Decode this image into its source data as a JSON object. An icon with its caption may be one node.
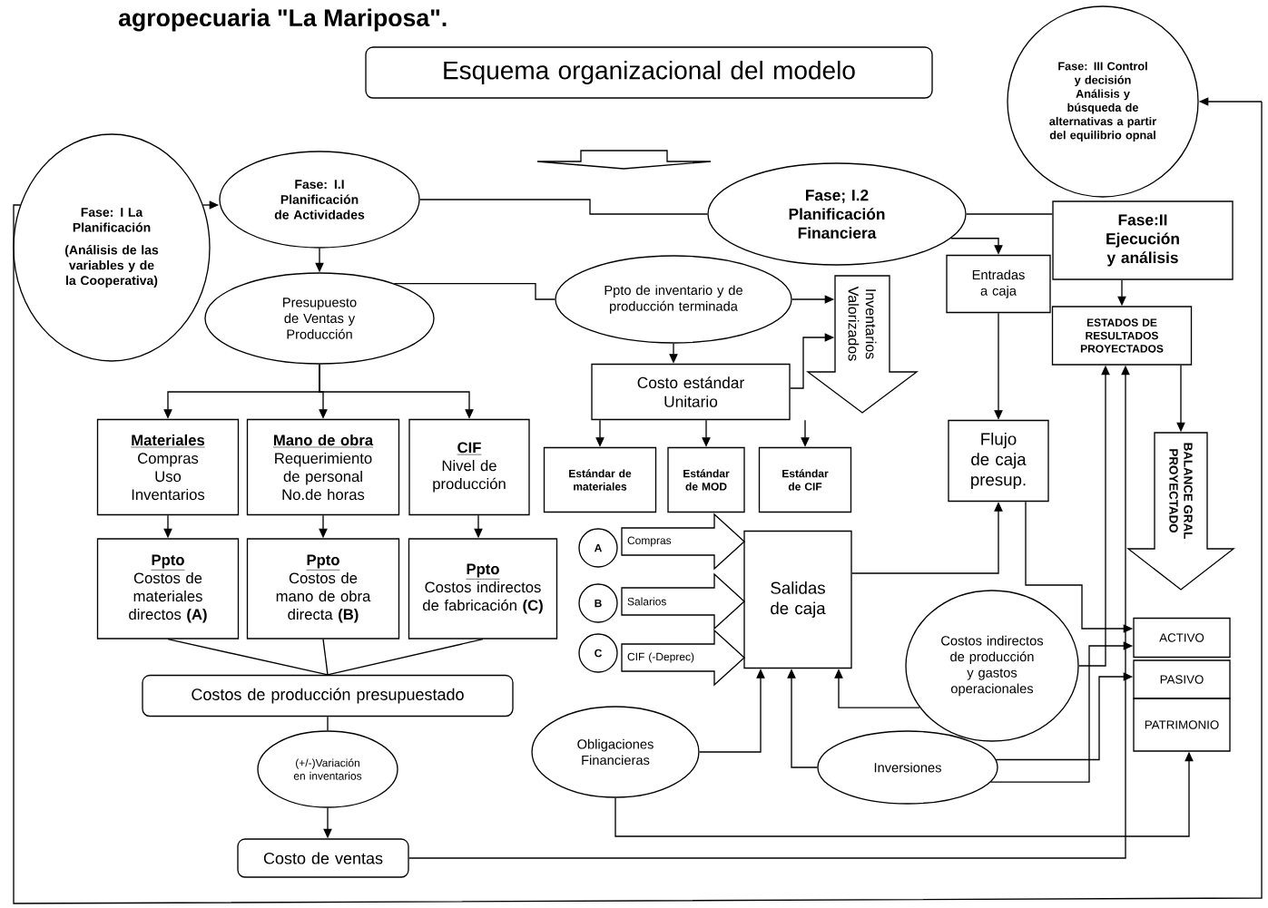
{
  "diagram": {
    "title": "agropecuaria \"La Mariposa\".",
    "nodes": [
      {
        "text": [
          "Esquema organizacional del modelo"
        ]
      },
      {
        "text": [
          "Fase: I La Planificación",
          "(Análisis de las variables y de la Cooperativa)"
        ]
      },
      {
        "text": [
          "Fase: I.I Planificación de Actividades"
        ]
      },
      {
        "text": [
          "Presupuesto de Ventas y Producción"
        ]
      },
      {
        "text": [
          "Ppto de inventario y de producción terminada"
        ]
      },
      {
        "text": [
          "Fase; I.2 Planificación Financiera"
        ]
      },
      {
        "text": [
          "Fase: III Control y decisión",
          "Análisis y búsqueda de alternativas a partir del equilibrio opnal"
        ]
      },
      {
        "text": [
          "Fase:II Ejecución y análisis"
        ]
      },
      {
        "text": [
          "Entradas a caja"
        ]
      },
      {
        "text": [
          "ESTADOS DE RESULTADOS PROYECTADOS"
        ]
      },
      {
        "text": [
          "Inventarios Valorizados"
        ]
      },
      {
        "text": [
          "Costo estándar Unitario"
        ]
      },
      {
        "text": [
          "Materiales",
          "Compras Uso Inventarios"
        ]
      },
      {
        "text": [
          "Mano de obra",
          "Requerimiento de personal No.de horas"
        ]
      },
      {
        "text": [
          "CIF",
          "Nivel de producción"
        ]
      },
      {
        "text": [
          "Estándar de materiales"
        ]
      },
      {
        "text": [
          "Estándar de MOD"
        ]
      },
      {
        "text": [
          "Estándar de CIF"
        ]
      },
      {
        "text": [
          "Flujo de caja presup."
        ]
      },
      {
        "text": [
          "BALANCE GRAL PROYECTADO"
        ]
      },
      {
        "text": [
          "Ppto",
          "Costos de materiales directos **(A)**"
        ]
      },
      {
        "text": [
          "Ppto",
          "Costos de mano de obra directa **(B)**"
        ]
      },
      {
        "text": [
          "Ppto",
          "Costos indirectos de fabricación **(C)**"
        ]
      },
      {
        "text": [
          "A"
        ]
      },
      {
        "text": [
          "Compras"
        ]
      },
      {
        "text": [
          "Salidas de caja"
        ]
      },
      {
        "text": [
          "B"
        ]
      },
      {
        "text": [
          "Salarios"
        ]
      },
      {
        "text": [
          "C"
        ]
      },
      {
        "text": [
          "CIF (-Deprec)"
        ]
      },
      {
        "text": [
          "Costos indirectos de producción y gastos operacionales"
        ]
      },
      {
        "text": [
          "ACTIVO"
        ]
      },
      {
        "text": [
          "PASIVO"
        ]
      },
      {
        "text": [
          "PATRIMONIO"
        ]
      },
      {
        "text": [
          "Costos de producción presupuestado"
        ]
      },
      {
        "text": [
          "Obligaciones Financieras"
        ]
      },
      {
        "text": [
          "(+/-)Variación en inventarios"
        ]
      },
      {
        "text": [
          "Inversiones"
        ]
      },
      {
        "text": [
          "Costo de ventas"
        ]
      }
    ],
    "edges": [
      {
        "from": 1,
        "to": 2,
        "arrow": "to"
      },
      {
        "from": 2,
        "to": 5,
        "arrow": "none"
      },
      {
        "from": 5,
        "to": 7,
        "arrow": "none"
      },
      {
        "from": 5,
        "to": 8,
        "arrow": "to"
      },
      {
        "from": 2,
        "to": 3,
        "arrow": "to"
      },
      {
        "from": 3,
        "to": 4,
        "arrow": "none"
      },
      {
        "from": 4,
        "to": 10,
        "arrow": "to"
      },
      {
        "from": 4,
        "to": 11,
        "arrow": "to"
      },
      {
        "from": 11,
        "to": 10,
        "arrow": "to"
      },
      {
        "from": 3,
        "to": 12,
        "arrow": "to"
      },
      {
        "from": 3,
        "to": 13,
        "arrow": "to"
      },
      {
        "from": 3,
        "to": 14,
        "arrow": "to"
      },
      {
        "from": 12,
        "to": 20,
        "arrow": "to"
      },
      {
        "from": 13,
        "to": 21,
        "arrow": "to"
      },
      {
        "from": 14,
        "to": 22,
        "arrow": "to"
      },
      {
        "from": 20,
        "to": 34,
        "arrow": "none"
      },
      {
        "from": 21,
        "to": 34,
        "arrow": "none"
      },
      {
        "from": 22,
        "to": 34,
        "arrow": "none"
      },
      {
        "from": 34,
        "to": 36,
        "arrow": "none"
      },
      {
        "from": 36,
        "to": 38,
        "arrow": "to"
      },
      {
        "from": 38,
        "to": 9,
        "arrow": "to"
      },
      {
        "from": 11,
        "to": 15,
        "arrow": "to"
      },
      {
        "from": 11,
        "to": 16,
        "arrow": "to"
      },
      {
        "from": 11,
        "to": 17,
        "arrow": "to"
      },
      {
        "from": 8,
        "to": 18,
        "arrow": "to"
      },
      {
        "from": 7,
        "to": 9,
        "arrow": "to"
      },
      {
        "from": 9,
        "to": 19,
        "arrow": "to"
      },
      {
        "from": 25,
        "to": 18,
        "arrow": "to"
      },
      {
        "from": 18,
        "to": 31,
        "arrow": "to"
      },
      {
        "from": 35,
        "to": 25,
        "arrow": "to"
      },
      {
        "from": 37,
        "to": 25,
        "arrow": "to"
      },
      {
        "from": 30,
        "to": 25,
        "arrow": "to"
      },
      {
        "from": 30,
        "to": 9,
        "arrow": "to"
      },
      {
        "from": 37,
        "to": 31,
        "arrow": "to"
      },
      {
        "from": 37,
        "to": 32,
        "arrow": "to"
      },
      {
        "from": 35,
        "to": 33,
        "arrow": "to"
      },
      {
        "from": 1,
        "to": 6,
        "arrow": "to"
      }
    ]
  }
}
